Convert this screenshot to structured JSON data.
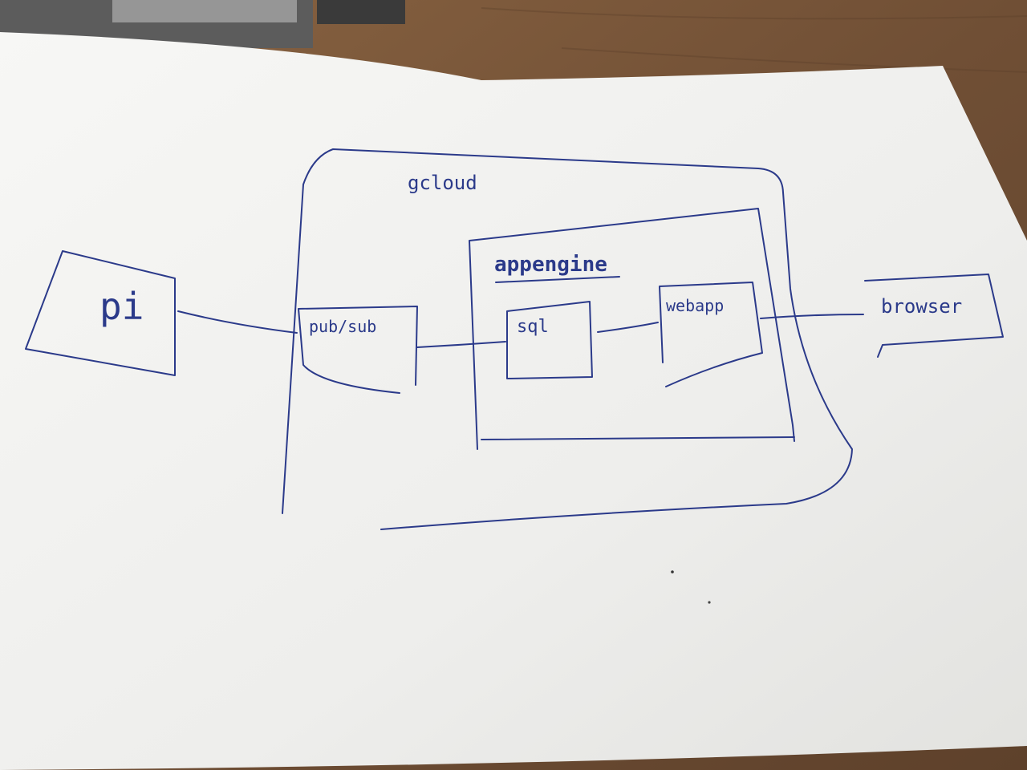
{
  "colors": {
    "ink": "#2b3a8a",
    "paper": "#f3f3f1",
    "table": "#7a5a3f"
  },
  "diagram": {
    "gcloud_label": "gcloud",
    "appengine_label": "appengine",
    "nodes": {
      "pi": "pi",
      "pubsub": "pub/sub",
      "sql": "sql",
      "webapp": "webapp",
      "browser": "browser"
    }
  }
}
